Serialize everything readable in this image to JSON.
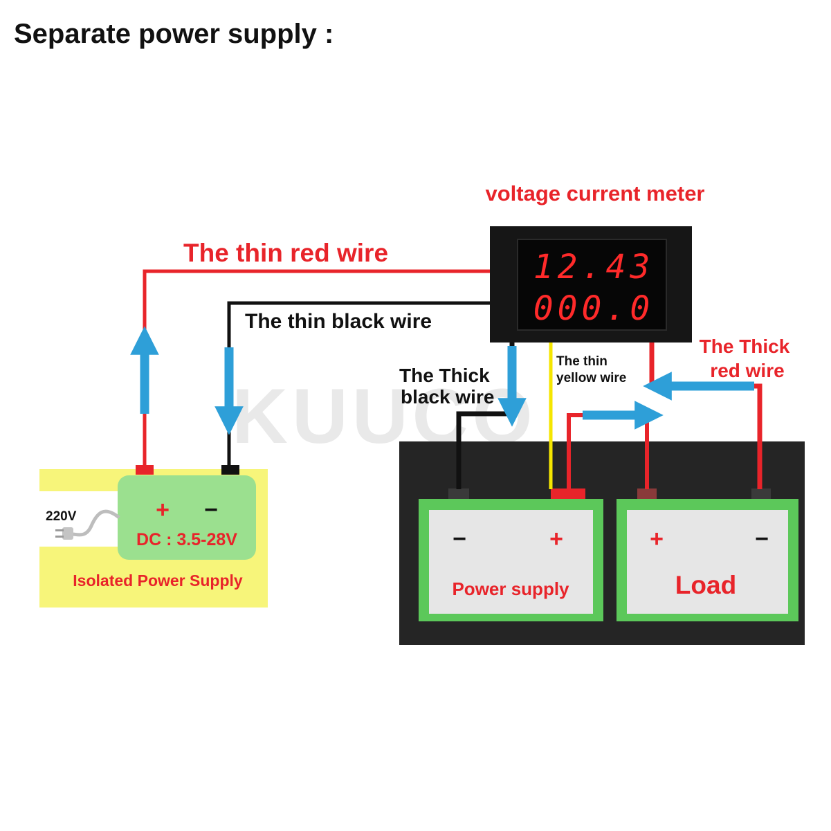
{
  "heading": "Separate power supply :",
  "meter": {
    "label": "voltage current meter",
    "voltage_display": "12.43",
    "current_display": "000.0"
  },
  "wires": {
    "thin_red": "The thin red wire",
    "thin_black": "The thin black wire",
    "thick_black_line1": "The Thick",
    "thick_black_line2": "black wire",
    "thin_yellow_line1": "The thin",
    "thin_yellow_line2": "yellow wire",
    "thick_red_line1": "The Thick",
    "thick_red_line2": "red wire"
  },
  "isolated_supply": {
    "mains": "220V",
    "plus": "+",
    "minus": "−",
    "rating": "DC : 3.5-28V",
    "name": "Isolated Power Supply"
  },
  "power_supply": {
    "minus": "−",
    "plus": "+",
    "name": "Power supply"
  },
  "load": {
    "plus": "+",
    "minus": "−",
    "name": "Load"
  },
  "watermark": "KUUCO",
  "colors": {
    "red_wire": "#e8242a",
    "black_wire": "#111111",
    "yellow_wire": "#f5e600",
    "arrow_blue": "#2e9fd8",
    "label_red": "#e8242a",
    "battery_green": "#5cc85a",
    "battery_face": "#e6e6e6",
    "panel_dark": "#252525",
    "isolated_panel": "#f7f57a",
    "isolated_box": "#9be08f"
  }
}
